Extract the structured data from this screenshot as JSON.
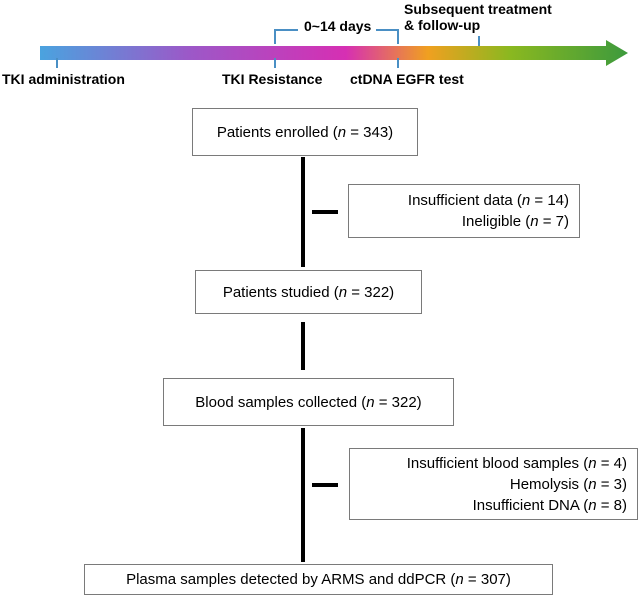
{
  "timeline": {
    "labels": {
      "tki_administration": "TKI administration",
      "tki_resistance": "TKI Resistance",
      "ctdna_test": "ctDNA EGFR test",
      "window": "0~14 days",
      "subsequent_line1": "Subsequent treatment",
      "subsequent_line2": "& follow-up"
    },
    "colors": {
      "gradient": [
        "#4aa3df",
        "#9b59c8",
        "#d62fb3",
        "#f0a020",
        "#8ab820",
        "#3d9a3d"
      ],
      "marker": "#4a8fc4"
    }
  },
  "flow": {
    "enrolled": {
      "prefix": "Patients enrolled (",
      "n": "n",
      "suffix": " = 343)"
    },
    "excluded1": [
      {
        "prefix": "Insufficient data (",
        "n": "n",
        "suffix": " = 14)"
      },
      {
        "prefix": "Ineligible (",
        "n": "n",
        "suffix": " = 7)"
      }
    ],
    "studied": {
      "prefix": "Patients studied (",
      "n": "n",
      "suffix": " = 322)"
    },
    "collected": {
      "prefix": "Blood samples collected (",
      "n": "n",
      "suffix": " = 322)"
    },
    "excluded2": [
      {
        "prefix": "Insufficient blood samples (",
        "n": "n",
        "suffix": " = 4)"
      },
      {
        "prefix": "Hemolysis (",
        "n": "n",
        "suffix": " = 3)"
      },
      {
        "prefix": "Insufficient DNA  (",
        "n": "n",
        "suffix": " = 8)"
      }
    ],
    "detected": {
      "prefix": "Plasma samples detected by ARMS and ddPCR  (",
      "n": "n",
      "suffix": " = 307)"
    }
  }
}
